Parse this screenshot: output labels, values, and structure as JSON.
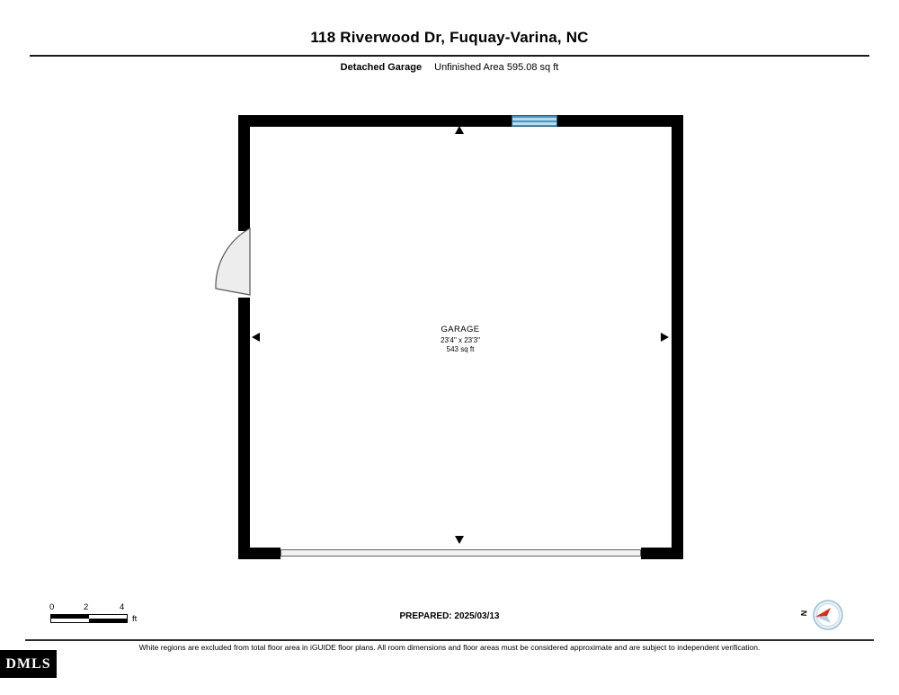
{
  "header": {
    "title": "118 Riverwood Dr, Fuquay-Varina, NC",
    "floor_label": "Detached Garage",
    "area_label": "Unfinished Area 595.08 sq ft"
  },
  "room": {
    "name": "GARAGE",
    "dimensions": "23'4\" x 23'3\"",
    "area": "543 sq ft"
  },
  "scale_bar": {
    "ticks": [
      "0",
      "2",
      "4"
    ],
    "unit": "ft"
  },
  "compass": {
    "letter": "N"
  },
  "footer": {
    "prepared": "PREPARED: 2025/03/13",
    "disclaimer": "White regions are excluded from total floor area in iGUIDE floor plans. All room dimensions and floor areas must be considered approximate and are subject to independent verification.",
    "watermark": "DMLS"
  },
  "colors": {
    "wall": "#000000",
    "window_blue": "#4a94c4",
    "door_fill": "#ededed",
    "garage_door_fill": "#f1f1f1",
    "compass_red": "#d42f1e",
    "compass_ring": "#9dbdd4"
  }
}
